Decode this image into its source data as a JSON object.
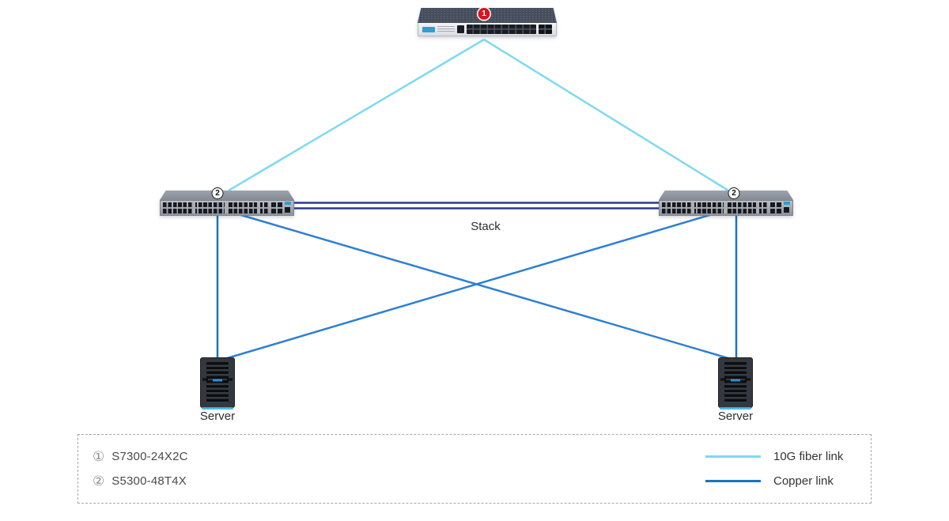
{
  "diagram": {
    "core_switch": {
      "badge": "1"
    },
    "access_switch_left": {
      "badge": "2"
    },
    "access_switch_right": {
      "badge": "2"
    },
    "stack_label": "Stack",
    "server_left_label": "Server",
    "server_right_label": "Server"
  },
  "legend": {
    "items": [
      {
        "marker": "①",
        "label": "S7300-24X2C"
      },
      {
        "marker": "②",
        "label": "S5300-48T4X"
      }
    ],
    "links": [
      {
        "label": "10G fiber link",
        "color": "#7fd9f2"
      },
      {
        "label": "Copper link",
        "color": "#1b74bc"
      }
    ]
  },
  "colors": {
    "fiber-link": "#7fd9f2",
    "copper-link": "#1b74bc",
    "copper-link-diagonal": "#2e80d2",
    "stack-link": "#2b3a8f",
    "badge-red": "#d8151e"
  }
}
